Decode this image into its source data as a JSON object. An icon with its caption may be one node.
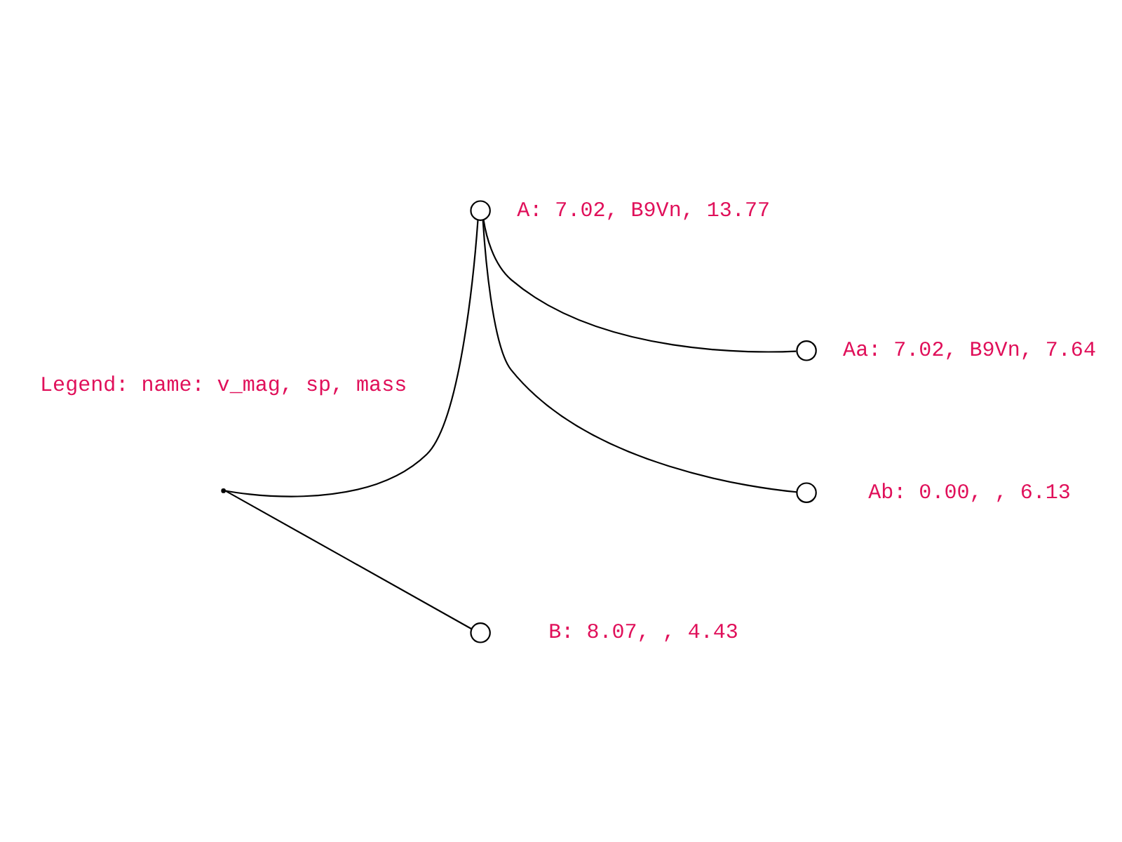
{
  "diagram": {
    "nodes": [
      {
        "text": [],
        "shape": "point"
      },
      {
        "text": [],
        "shape": "circle",
        "beside": [
          "A: 7.02, B9Vn, 13.77"
        ]
      },
      {
        "text": [],
        "shape": "circle",
        "beside": [
          "Aa: 7.02, B9Vn, 7.64"
        ]
      },
      {
        "text": [],
        "shape": "circle",
        "beside": [
          "Ab: 0.00, , 6.13"
        ]
      },
      {
        "text": [],
        "shape": "circle",
        "beside": [
          "B: 8.07, , 4.43"
        ]
      }
    ],
    "edges": [
      {
        "from": 0,
        "to": 1,
        "arrow": "none"
      },
      {
        "from": 1,
        "to": 2,
        "arrow": "none"
      },
      {
        "from": 1,
        "to": 3,
        "arrow": "none"
      },
      {
        "from": 0,
        "to": 4,
        "arrow": "none"
      }
    ],
    "labels": [
      "Legend: name: v_mag, sp, mass"
    ]
  }
}
